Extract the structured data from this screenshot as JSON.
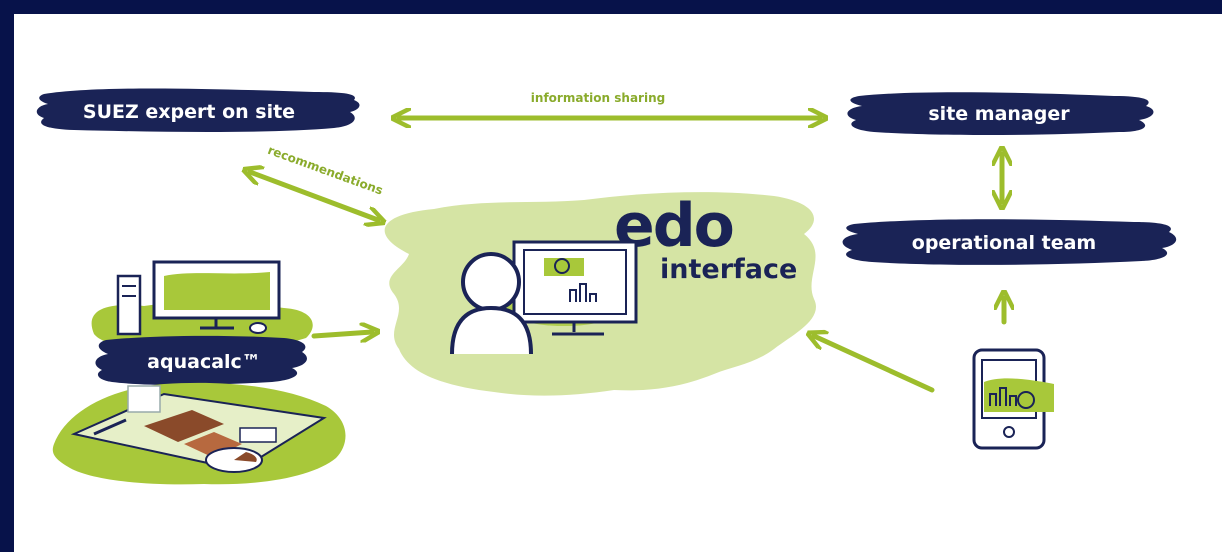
{
  "colors": {
    "background_frame": "#07124a",
    "canvas": "#ffffff",
    "node_fill": "#1a2356",
    "arrow_green": "#9dbd2c",
    "cloud_green": "#d5e4a4",
    "accent_green": "#a8c83a",
    "brown": "#8a4a2a"
  },
  "nodes": {
    "suez_expert": "SUEZ expert on site",
    "site_manager": "site manager",
    "operational_team": "operational team",
    "aquacalc": "aquacalc™"
  },
  "center": {
    "title": "edo",
    "subtitle": "interface"
  },
  "edges": {
    "information_sharing": "information sharing",
    "recommendations": "recommendations"
  },
  "icons": [
    "user-at-screen-icon",
    "desktop-computer-icon",
    "treatment-plant-icon",
    "tablet-icon"
  ]
}
